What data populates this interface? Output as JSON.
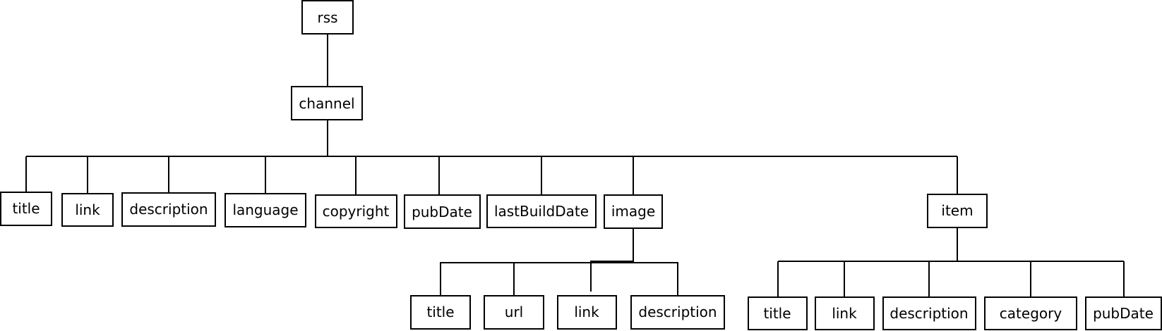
{
  "diagram": {
    "stroke_color": "#000000",
    "box_fill": "#ffffff",
    "text_color": "#000000",
    "nodes": {
      "rss": "rss",
      "channel": "channel",
      "ch_title": "title",
      "ch_link": "link",
      "ch_description": "description",
      "ch_language": "language",
      "ch_copyright": "copyright",
      "ch_pubdate": "pubDate",
      "ch_lastbuilddate": "lastBuildDate",
      "image": "image",
      "item": "item",
      "img_title": "title",
      "img_url": "url",
      "img_link": "link",
      "img_description": "description",
      "item_title": "title",
      "item_link": "link",
      "item_description": "description",
      "item_category": "category",
      "item_pubdate": "pubDate"
    },
    "edges": [
      [
        "rss",
        "channel"
      ],
      [
        "channel",
        "ch_title"
      ],
      [
        "channel",
        "ch_link"
      ],
      [
        "channel",
        "ch_description"
      ],
      [
        "channel",
        "ch_language"
      ],
      [
        "channel",
        "ch_copyright"
      ],
      [
        "channel",
        "ch_pubdate"
      ],
      [
        "channel",
        "ch_lastbuilddate"
      ],
      [
        "channel",
        "image"
      ],
      [
        "channel",
        "item"
      ],
      [
        "image",
        "img_title"
      ],
      [
        "image",
        "img_url"
      ],
      [
        "image",
        "img_link"
      ],
      [
        "image",
        "img_description"
      ],
      [
        "item",
        "item_title"
      ],
      [
        "item",
        "item_link"
      ],
      [
        "item",
        "item_description"
      ],
      [
        "item",
        "item_category"
      ],
      [
        "item",
        "item_pubdate"
      ]
    ]
  }
}
